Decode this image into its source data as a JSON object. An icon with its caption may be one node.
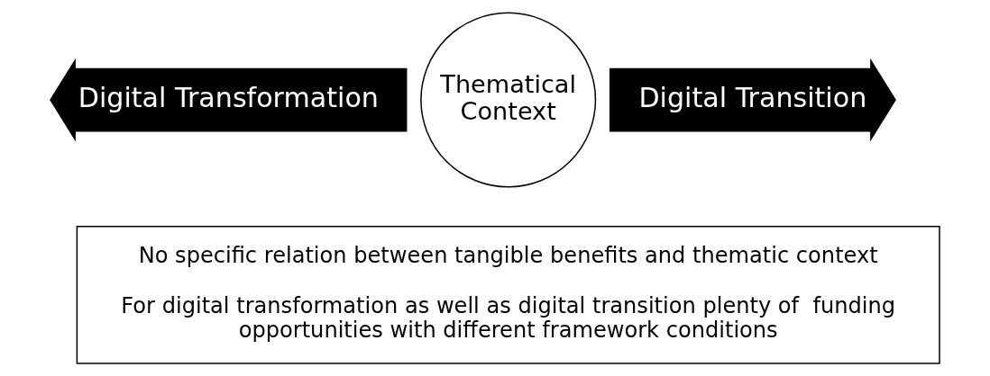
{
  "diagram": {
    "nodes": [
      {
        "text": [
          "Digital Transformation"
        ]
      },
      {
        "text": [
          "Thematical Context"
        ]
      },
      {
        "text": [
          "Digital Transition"
        ]
      },
      {
        "text": [
          "No specific relation between tangible benefits and thematic context",
          "For digital transformation as well as digital transition plenty of  funding opportunities with different framework conditions"
        ]
      }
    ]
  }
}
